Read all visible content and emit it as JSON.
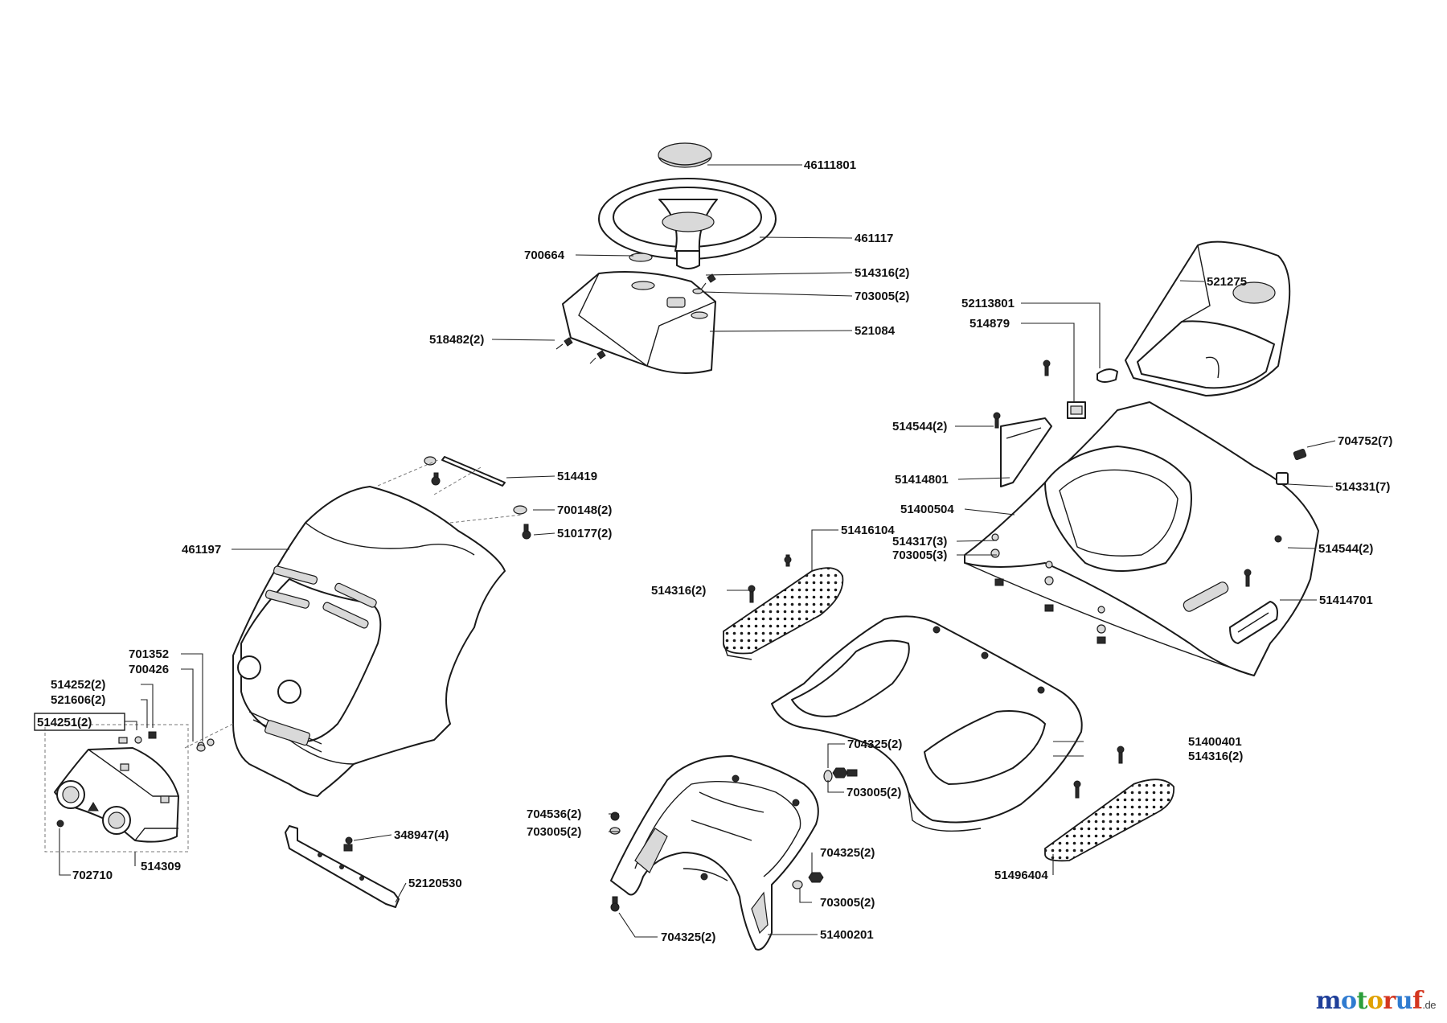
{
  "labels": {
    "l46111801": "46111801",
    "l461117": "461117",
    "l700664": "700664",
    "l514316_2_top": "514316(2)",
    "l703005_2_top": "703005(2)",
    "l521084": "521084",
    "l518482_2": "518482(2)",
    "l521275": "521275",
    "l52113801": "52113801",
    "l514879": "514879",
    "l514544_2_left": "514544(2)",
    "l704752_7": "704752(7)",
    "l51414801": "51414801",
    "l514331_7": "514331(7)",
    "l51400504": "51400504",
    "l514419": "514419",
    "l700148_2": "700148(2)",
    "l510177_2": "510177(2)",
    "l461197": "461197",
    "l51416104": "51416104",
    "l514317_3": "514317(3)",
    "l703005_3": "703005(3)",
    "l514544_2_right": "514544(2)",
    "l514316_2_mid": "514316(2)",
    "l51414701": "51414701",
    "l701352": "701352",
    "l700426": "700426",
    "l514252_2": "514252(2)",
    "l521606_2": "521606(2)",
    "l514251_2": "514251(2)",
    "l704325_2_a": "704325(2)",
    "l51400401": "51400401",
    "l514316_2_low": "514316(2)",
    "l703005_2_a": "703005(2)",
    "l704536_2": "704536(2)",
    "l703005_2_b": "703005(2)",
    "l348947_4": "348947(4)",
    "l704325_2_b": "704325(2)",
    "l51496404": "51496404",
    "l703005_2_c": "703005(2)",
    "l702710": "702710",
    "l514309": "514309",
    "l52120530": "52120530",
    "l704325_2_c": "704325(2)",
    "l51400201": "51400201"
  },
  "brand": {
    "m": "m",
    "o1": "o",
    "t": "t",
    "o2": "o",
    "r": "r",
    "u": "u",
    "f": "f",
    "tld": ".de"
  },
  "colors": {
    "brand_m": "#1f3f99",
    "brand_o1": "#2f7bd0",
    "brand_t": "#2a9e3a",
    "brand_o2": "#e0a100",
    "brand_r": "#d4361f",
    "brand_u": "#2f7bd0",
    "brand_f": "#d4361f"
  }
}
